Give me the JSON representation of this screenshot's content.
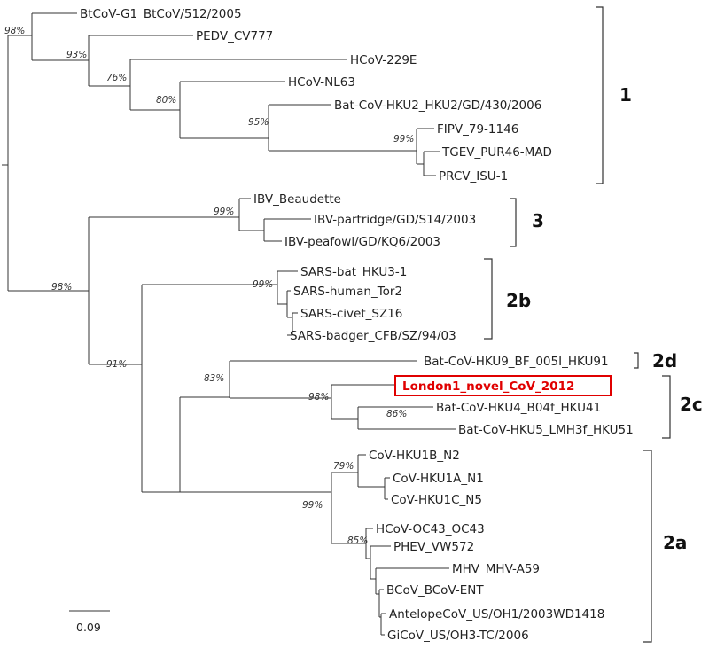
{
  "colors": {
    "branch": "#333333",
    "highlight": "#e00000"
  },
  "leaves": [
    "BtCoV-G1_BtCoV/512/2005",
    "PEDV_CV777",
    "HCoV-229E",
    "HCoV-NL63",
    "Bat-CoV-HKU2_HKU2/GD/430/2006",
    "FIPV_79-1146",
    "TGEV_PUR46-MAD",
    "PRCV_ISU-1",
    "IBV_Beaudette",
    "IBV-partridge/GD/S14/2003",
    "IBV-peafowl/GD/KQ6/2003",
    "SARS-bat_HKU3-1",
    "SARS-human_Tor2",
    "SARS-civet_SZ16",
    "SARS-badger_CFB/SZ/94/03",
    "Bat-CoV-HKU9_BF_005I_HKU91",
    "London1_novel_CoV_2012",
    "Bat-CoV-HKU4_B04f_HKU41",
    "Bat-CoV-HKU5_LMH3f_HKU51",
    "CoV-HKU1B_N2",
    "CoV-HKU1A_N1",
    "CoV-HKU1C_N5",
    "HCoV-OC43_OC43",
    "PHEV_VW572",
    "MHV_MHV-A59",
    "BCoV_BCoV-ENT",
    "AntelopeCoV_US/OH1/2003WD1418",
    "GiCoV_US/OH3-TC/2006"
  ],
  "support": [
    "98%",
    "93%",
    "76%",
    "80%",
    "95%",
    "99%",
    "99%",
    "98%",
    "99%",
    "91%",
    "83%",
    "98%",
    "86%",
    "79%",
    "99%",
    "85%"
  ],
  "clades": [
    "1",
    "3",
    "2b",
    "2d",
    "2c",
    "2a"
  ],
  "scale": "0.09"
}
